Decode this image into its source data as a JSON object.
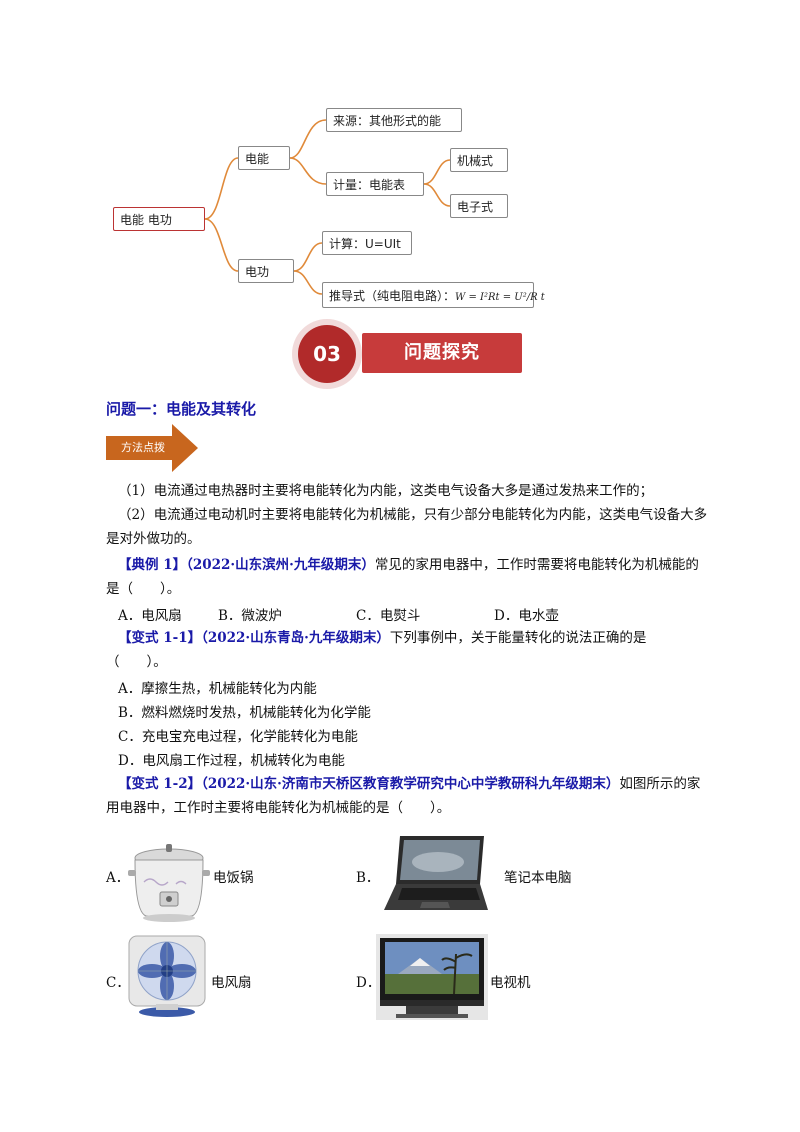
{
  "mindmap": {
    "root": "电能 电功",
    "branch_energy": "电能",
    "branch_work": "电功",
    "source": "来源：其他形式的能",
    "measure": "计量：电能表",
    "meter_mech": "机械式",
    "meter_elec": "电子式",
    "calc": "计算：U=UIt",
    "derived_label": "推导式（纯电阻电路）：",
    "derived_formula": "W = I²Rt = U²/R t"
  },
  "section": {
    "number": "03",
    "title": "问题探究"
  },
  "question": {
    "title": "问题一：电能及其转化",
    "method_tag": "方法点拨",
    "point1": "（1）电流通过电热器时主要将电能转化为内能，这类电气设备大多是通过发热来工作的；",
    "point2a": "（2）电流通过电动机时主要将电能转化为机械能，只有少部分电能转化为内能，这类电气设备大多",
    "point2b": "是对外做功的。"
  },
  "example1": {
    "tag": "【典例 1】",
    "source": "（2022·山东滨州·九年级期末）",
    "stem_a": "常见的家用电器中，工作时需要将电能转化为机械能的",
    "stem_b": "是（　　）。",
    "options": [
      "A．电风扇",
      "B．微波炉",
      "C．电熨斗",
      "D．电水壶"
    ]
  },
  "variant11": {
    "tag": "【变式 1-1】",
    "source": "（2022·山东青岛·九年级期末）",
    "stem_a": "下列事例中，关于能量转化的说法正确的是",
    "stem_b": "（　　）。",
    "options": [
      "A．摩擦生热，机械能转化为内能",
      "B．燃料燃烧时发热，机械能转化为化学能",
      "C．充电宝充电过程，化学能转化为电能",
      "D．电风扇工作过程，机械转化为电能"
    ]
  },
  "variant12": {
    "tag": "【变式 1-2】",
    "source": "（2022·山东·济南市天桥区教育教学研究中心中学教研科九年级期末）",
    "stem_a": "如图所示的家",
    "stem_b": "用电器中，工作时主要将电能转化为机械能的是（　　）。",
    "options": [
      {
        "letter": "A．",
        "name": "电饭锅",
        "icon": "rice-cooker-icon"
      },
      {
        "letter": "B．",
        "name": "笔记本电脑",
        "icon": "laptop-icon"
      },
      {
        "letter": "C．",
        "name": "电风扇",
        "icon": "fan-icon"
      },
      {
        "letter": "D．",
        "name": "电视机",
        "icon": "tv-icon"
      }
    ]
  }
}
